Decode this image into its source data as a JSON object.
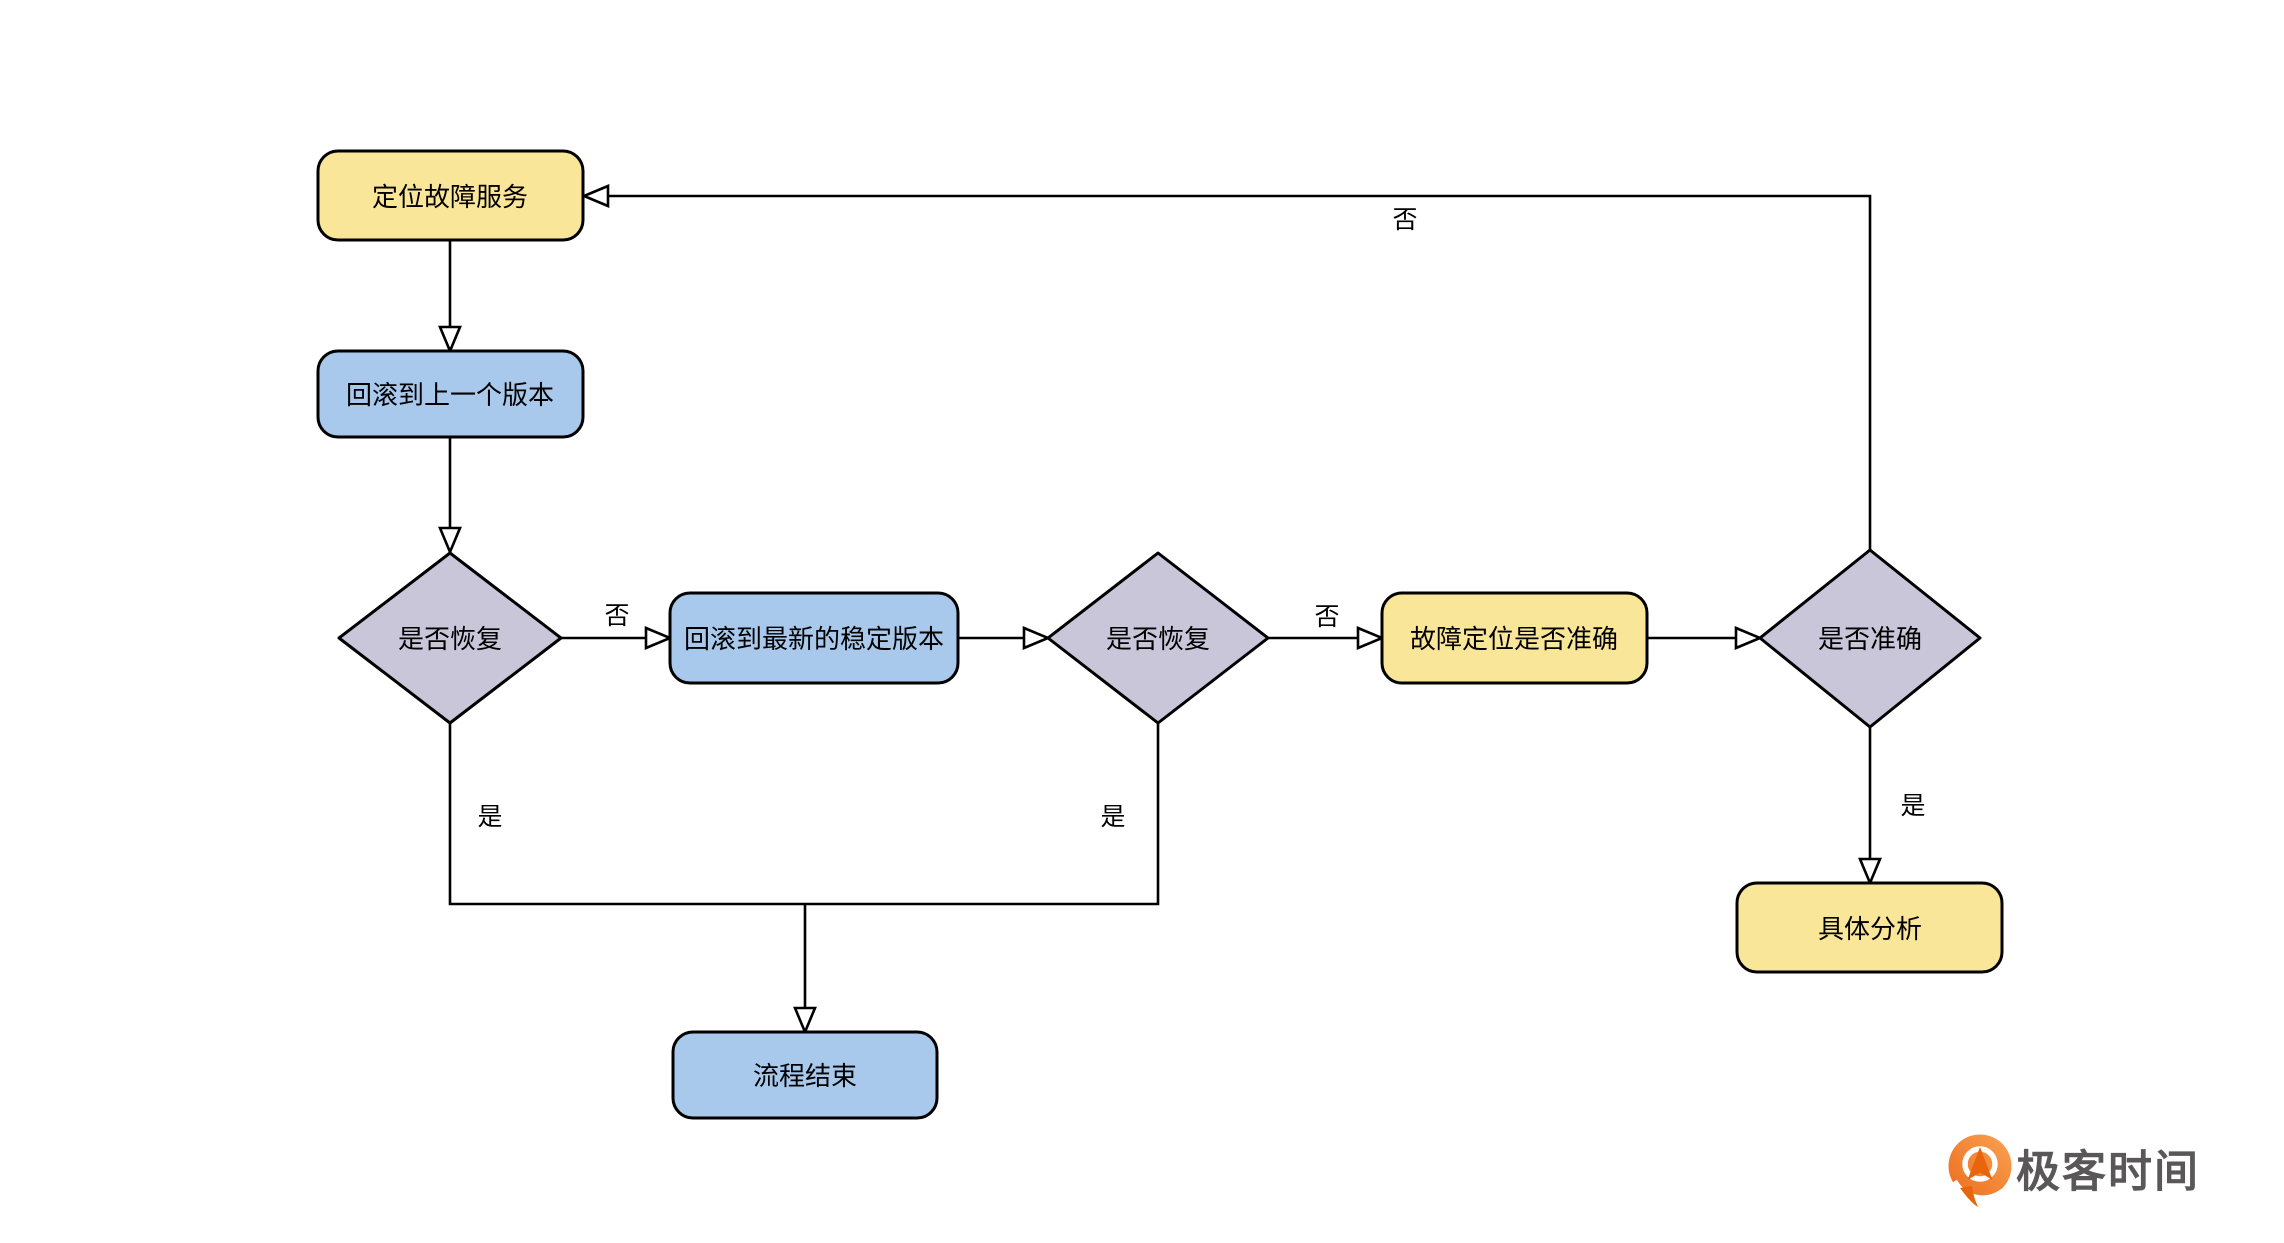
{
  "canvas": {
    "background": "#FFFFFF",
    "line_color": "#000000"
  },
  "palette": {
    "process_yellow": "#FAE699",
    "process_blue": "#A8C8EC",
    "decision_lavender": "#C8C6D8"
  },
  "nodes": {
    "locate_fault": {
      "label": "定位故障服务",
      "fill": "#FAE699"
    },
    "rollback_prev": {
      "label": "回滚到上一个版本",
      "fill": "#A8C8EC"
    },
    "recovered_1": {
      "label": "是否恢复",
      "fill": "#C8C6D8"
    },
    "rollback_stable": {
      "label": "回滚到最新的稳定版本",
      "fill": "#A8C8EC"
    },
    "recovered_2": {
      "label": "是否恢复",
      "fill": "#C8C6D8"
    },
    "locating_accurate": {
      "label": "故障定位是否准确",
      "fill": "#FAE699"
    },
    "accurate": {
      "label": "是否准确",
      "fill": "#C8C6D8"
    },
    "detailed_analysis": {
      "label": "具体分析",
      "fill": "#FAE699"
    },
    "process_end": {
      "label": "流程结束",
      "fill": "#A8C8EC"
    }
  },
  "edge_labels": {
    "top_no": "否",
    "recovered1_no": "否",
    "recovered2_no": "否",
    "recovered1_yes": "是",
    "recovered2_yes": "是",
    "accurate_yes": "是"
  },
  "branding": {
    "logo_text": "极客时间",
    "logo_text_color": "#595757",
    "logo_orange_dark": "#ED6C1E",
    "logo_orange_light": "#F9A352",
    "logo_arrow_orange": "#E8650E"
  }
}
